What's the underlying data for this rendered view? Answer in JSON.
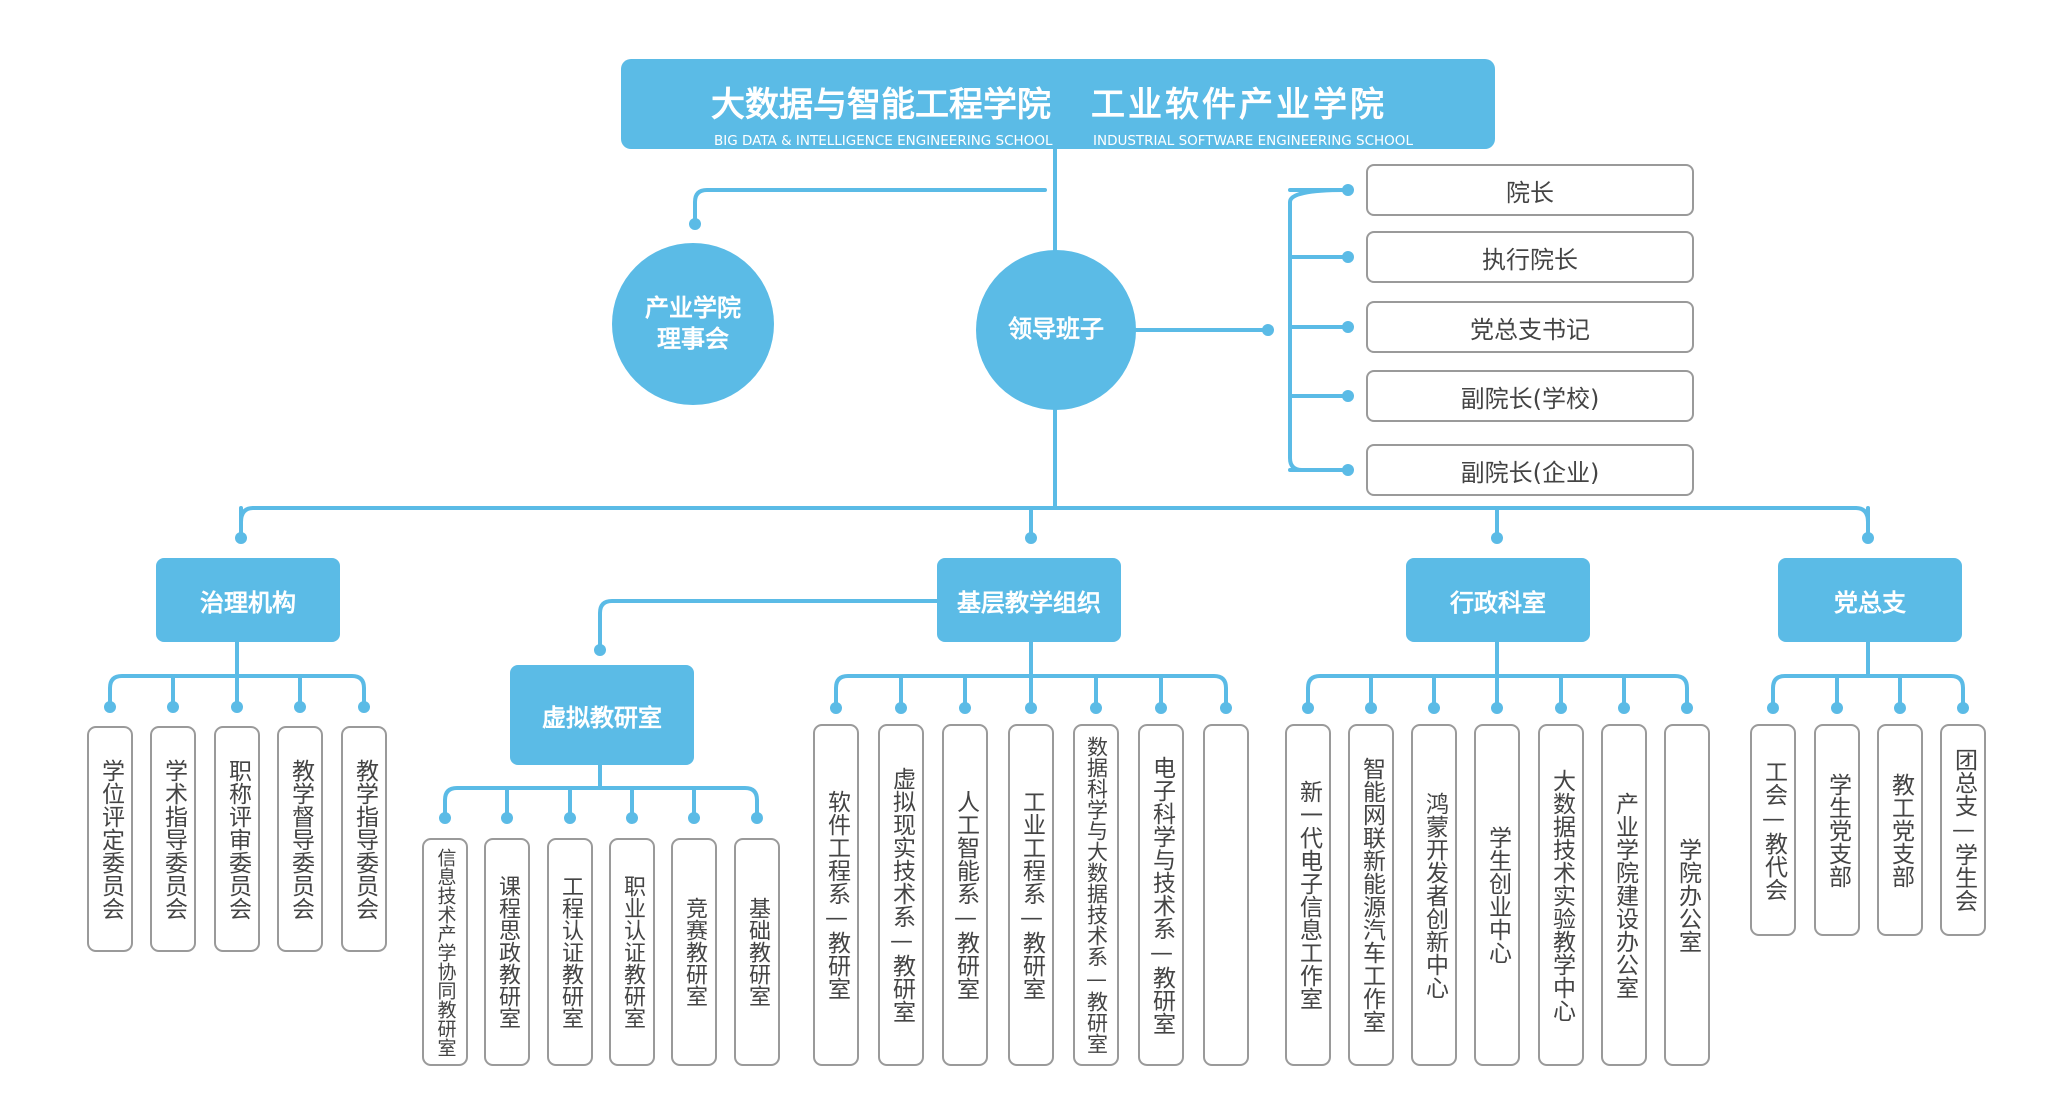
{
  "header": {
    "title_cn_1": "大数据与智能工程学院",
    "title_cn_2": "工业软件产业学院",
    "title_en_1": "BIG DATA & INTELLIGENCE ENGINEERING SCHOOL",
    "title_en_2": "INDUSTRIAL SOFTWARE ENGINEERING SCHOOL"
  },
  "circles": {
    "council": "产业学院\n理事会",
    "leadership": "领导班子"
  },
  "leadership_roles": [
    "院长",
    "执行院长",
    "党总支书记",
    "副院长(学校)",
    "副院长(企业)"
  ],
  "branches": {
    "governance": {
      "label": "治理机构",
      "items": [
        "学位评定委员会",
        "学术指导委员会",
        "职称评审委员会",
        "教学督导委员会",
        "教学指导委员会"
      ]
    },
    "teaching": {
      "label": "基层教学组织",
      "items": [
        "软件工程系—教研室",
        "虚拟现实技术系—教研室",
        "人工智能系—教研室",
        "工业工程系—教研室",
        "数据科学与大数据技术系—教研室",
        "电子科学与技术系—教研室",
        ""
      ]
    },
    "virtual": {
      "label": "虚拟教研室",
      "items": [
        "信息技术产学协同教研室",
        "课程思政教研室",
        "工程认证教研室",
        "职业认证教研室",
        "竞赛教研室",
        "基础教研室"
      ]
    },
    "admin": {
      "label": "行政科室",
      "items": [
        "新一代电子信息工作室",
        "智能网联新能源汽车工作室",
        "鸿蒙开发者创新中心",
        "学生创业中心",
        "大数据技术实验教学中心",
        "产业学院建设办公室",
        "学院办公室"
      ]
    },
    "party": {
      "label": "党总支",
      "items": [
        "工会—教代会",
        "学生党支部",
        "教工党支部",
        "团总支—学生会"
      ]
    }
  },
  "colors": {
    "accent": "#5bbbe6",
    "border": "#9a9a9a",
    "text": "#444444"
  }
}
